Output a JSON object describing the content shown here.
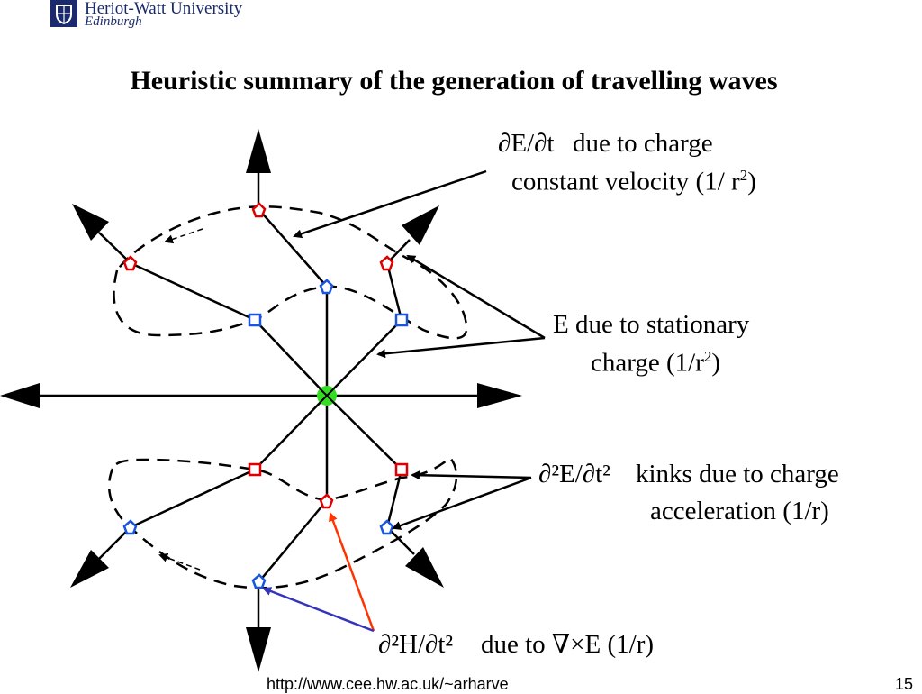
{
  "header": {
    "university": "Heriot-Watt University",
    "city": "Edinburgh"
  },
  "slide": {
    "title": "Heuristic summary of the generation of travelling waves",
    "footer_url": "http://www.cee.hw.ac.uk/~arharve",
    "page_number": "15"
  },
  "labels": {
    "dE_dt": {
      "math": "∂E/∂t",
      "line1": "due to charge",
      "line2": "constant velocity (1/ r",
      "exp": "2",
      "close": ")"
    },
    "static_E": {
      "line1": "E due to stationary",
      "line2": "charge (1/r",
      "exp": "2",
      "close": ")"
    },
    "d2E_dt2": {
      "math": "∂²E/∂t²",
      "line1": "kinks due to charge",
      "line2": "acceleration (1/r)"
    },
    "d2H_dt2": {
      "math": "∂²H/∂t²",
      "text": "due to ∇×E   (1/r)"
    }
  },
  "colors": {
    "header_text": "#1a2a6c",
    "red_marker": "#dd0000",
    "blue_marker": "#1a55dd",
    "green_charge": "#33dd22",
    "red_arrow": "#ff3300",
    "blue_arrow": "#3333bb"
  }
}
